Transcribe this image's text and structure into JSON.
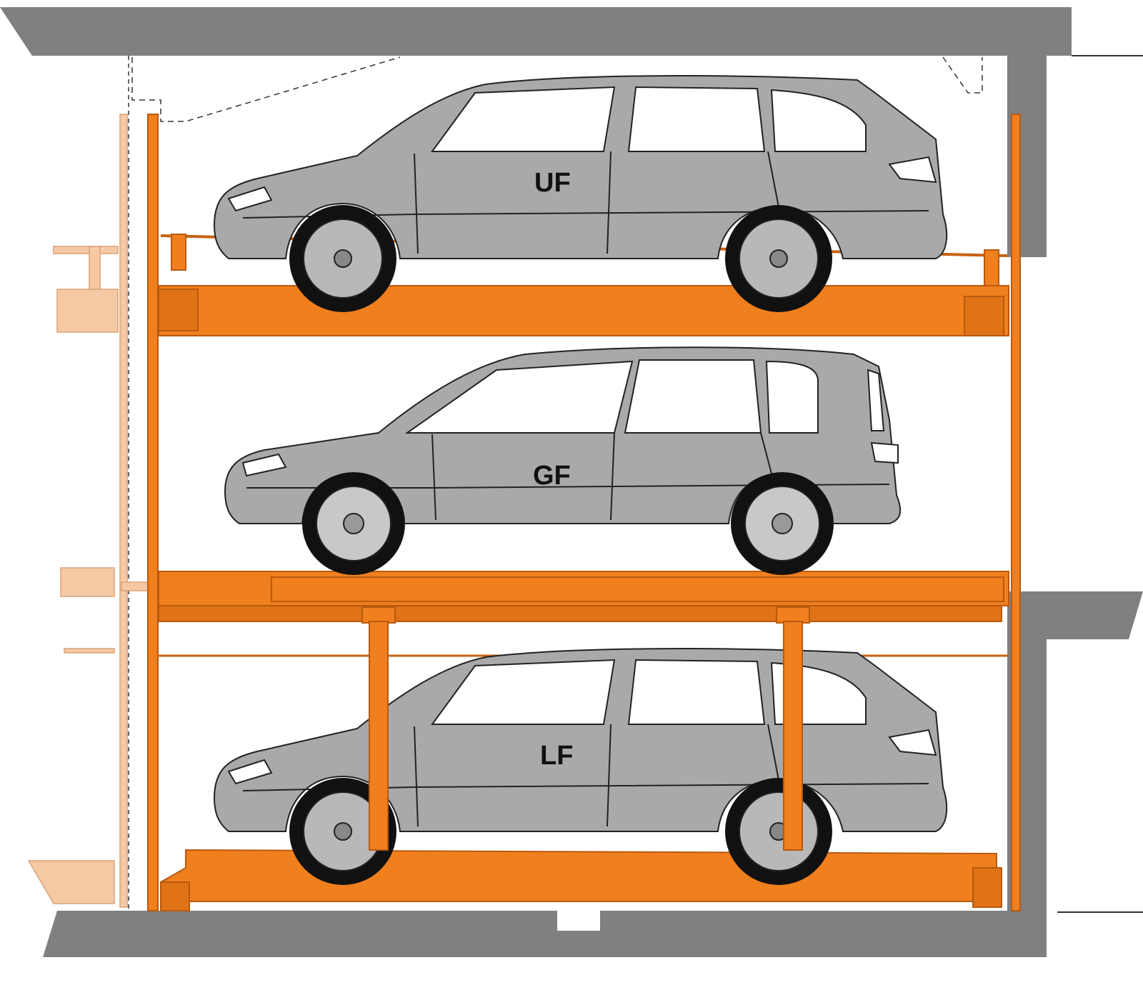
{
  "colors": {
    "concrete": "#808080",
    "steel_orange": "#f07f1e",
    "steel_orange_dark": "#c86210",
    "neighbor_light": "#f6c9a5",
    "car_body": "#a9a9ab",
    "car_window": "#ffffff",
    "tire": "#111111",
    "outline": "#222222",
    "background": "#ffffff"
  },
  "levels": [
    {
      "label": "UF"
    },
    {
      "label": "GF"
    },
    {
      "label": "LF"
    }
  ]
}
